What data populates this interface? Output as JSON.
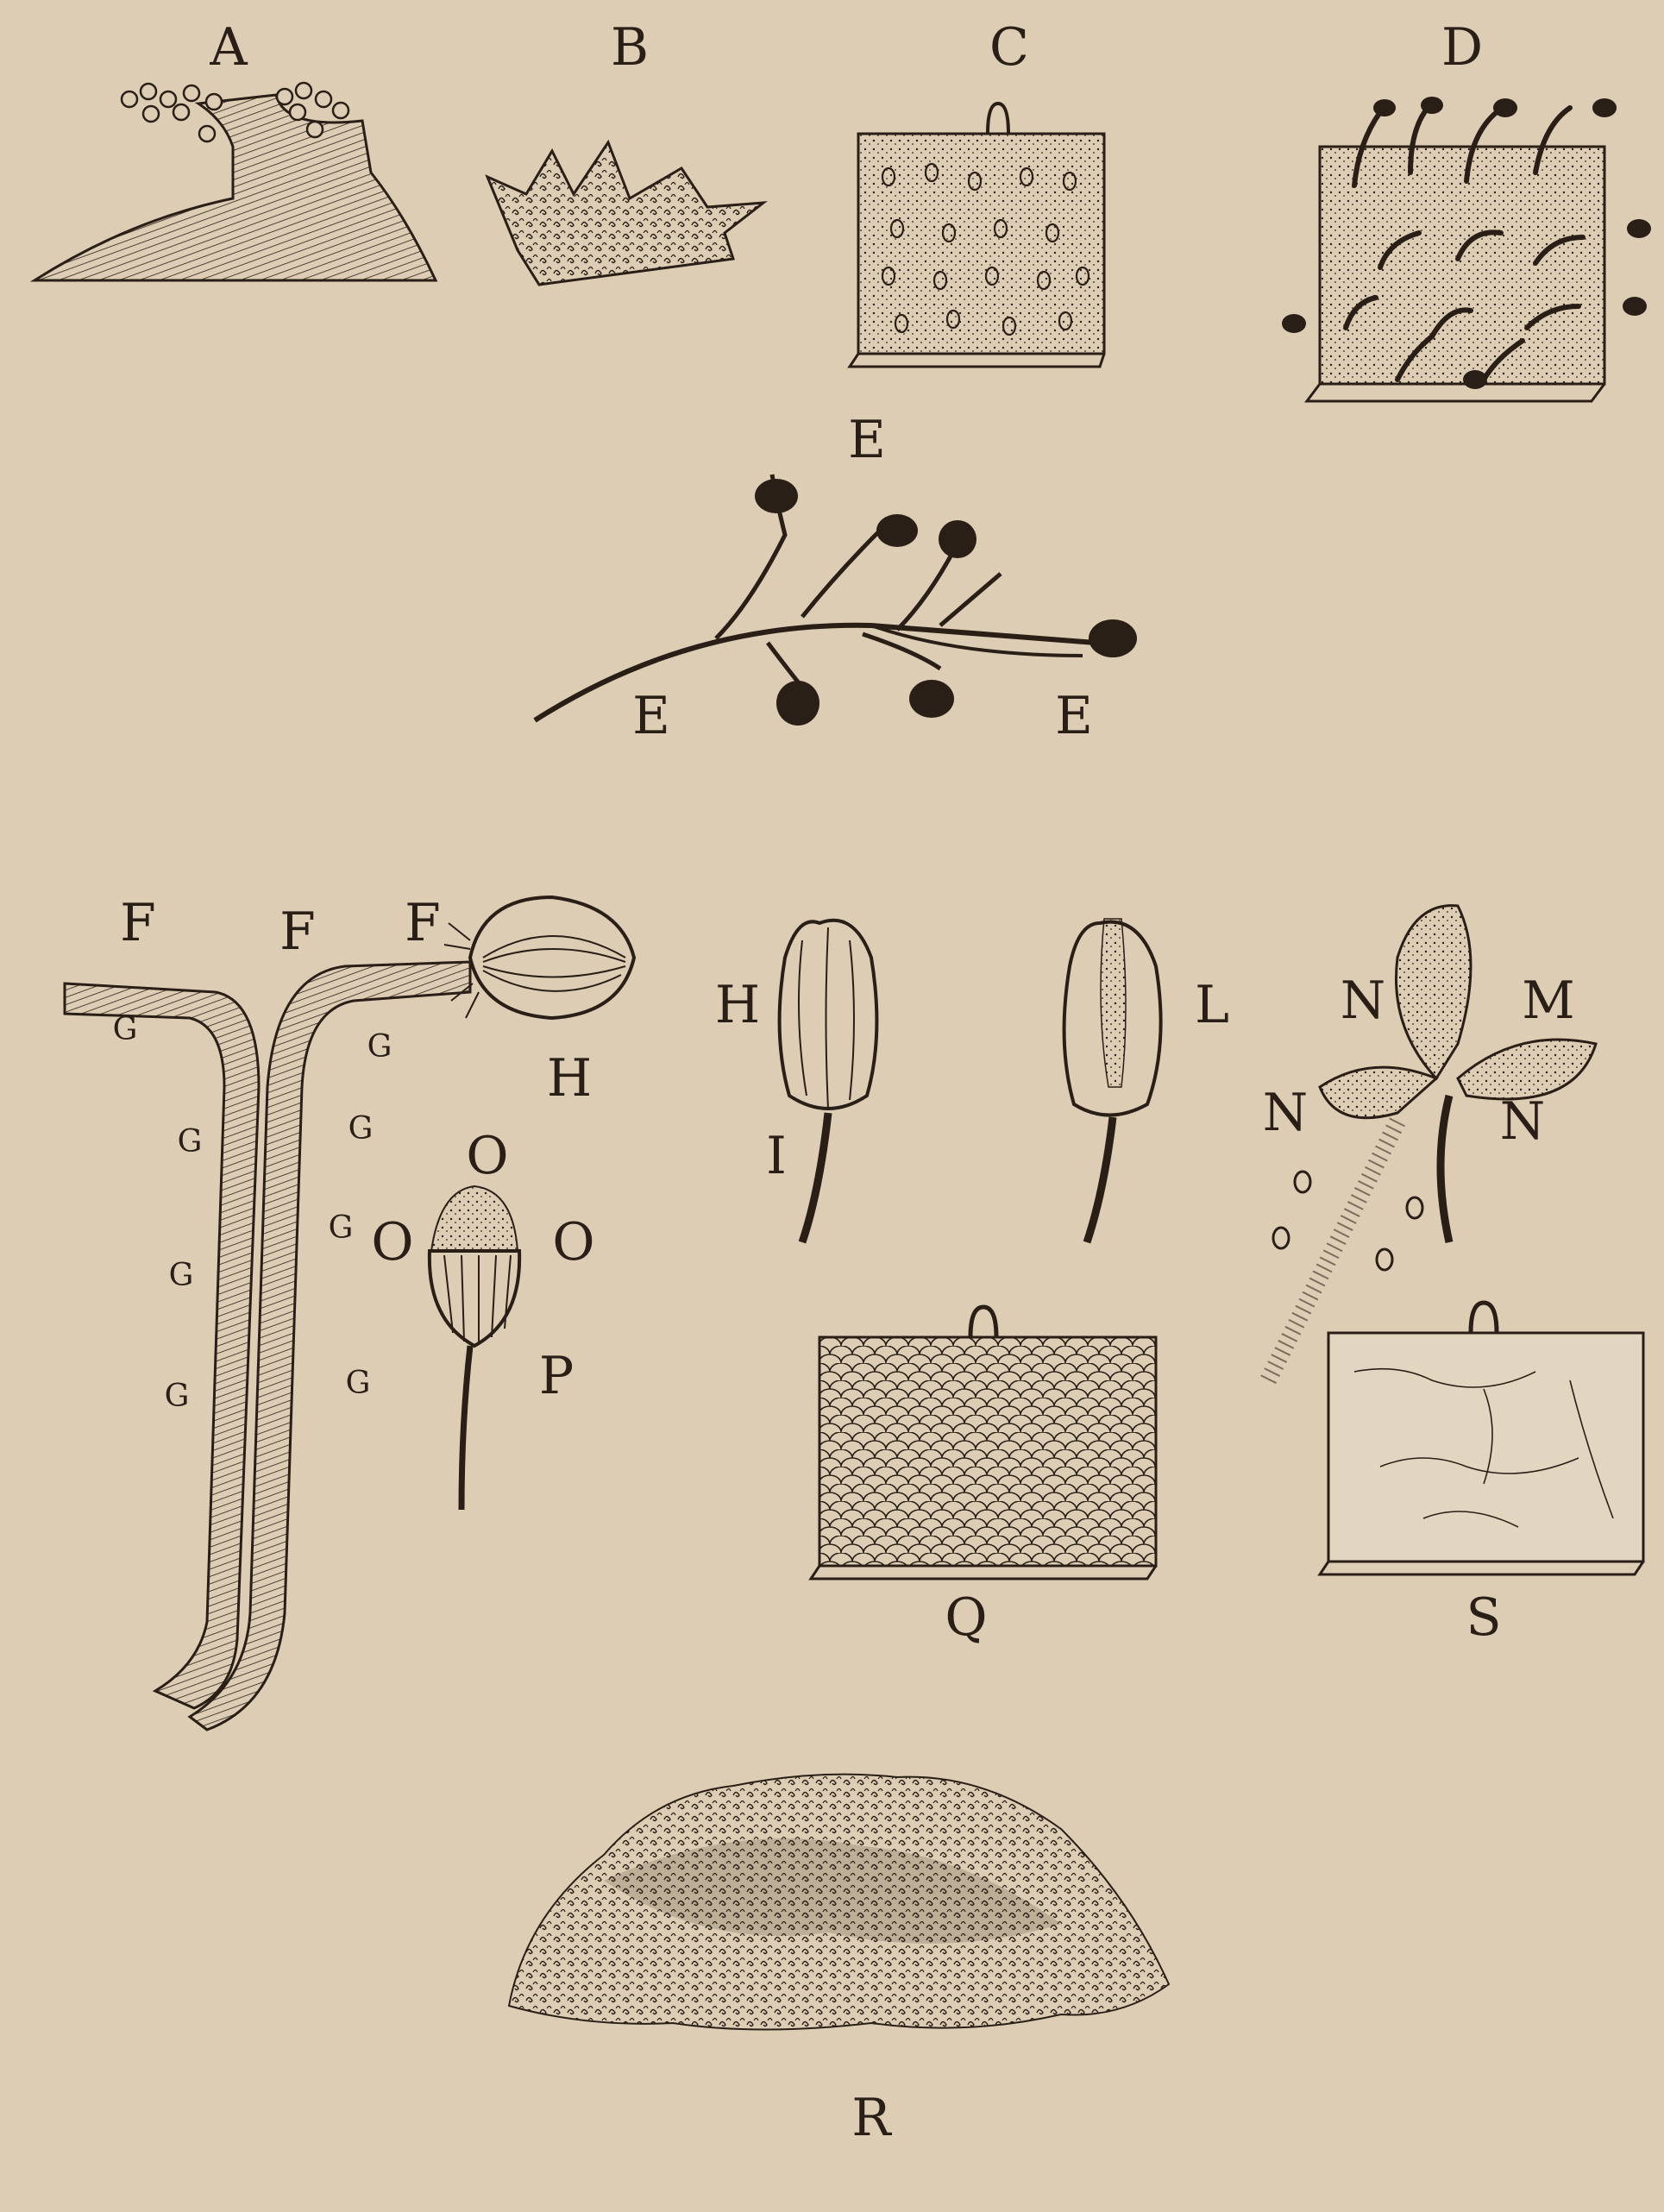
{
  "plate": {
    "background": "#dccdb4",
    "ink": "#2a1f17",
    "labels": {
      "A": "A",
      "B": "B",
      "C": "C",
      "D": "D",
      "E1": "E",
      "E2": "E",
      "E3": "E",
      "F1": "F",
      "F2": "F",
      "F3": "F",
      "G": "G",
      "H1": "H",
      "H2": "H",
      "I": "I",
      "L": "L",
      "M": "M",
      "N1": "N",
      "N2": "N",
      "N3": "N",
      "O1": "O",
      "O2": "O",
      "O3": "O",
      "P": "P",
      "Q": "Q",
      "R": "R",
      "S": "S"
    }
  }
}
